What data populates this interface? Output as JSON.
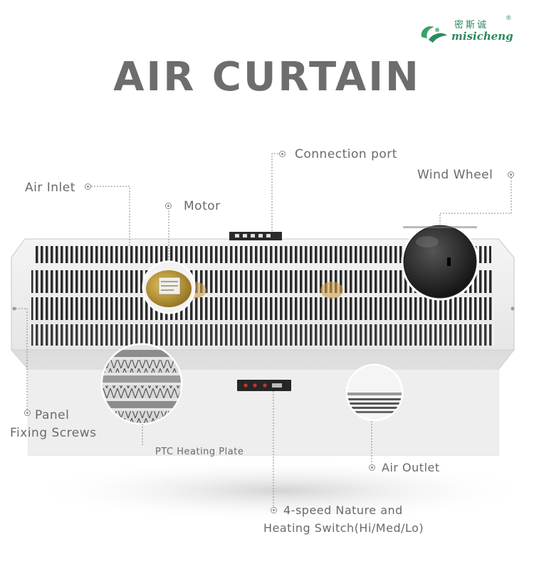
{
  "logo": {
    "brand": "misicheng",
    "han": "密斯诚",
    "registered": "®"
  },
  "title": "AIR CURTAIN",
  "labels": {
    "connection_port": "Connection port",
    "wind_wheel": "Wind Wheel",
    "air_inlet": "Air Inlet",
    "motor": "Motor",
    "panel_line1": "Panel",
    "panel_line2": "Fixing Screws",
    "ptc": "PTC Heating Plate",
    "air_outlet": "Air Outlet",
    "switch_line1": "4-speed Nature and",
    "switch_line2": "Heating Switch(Hi/Med/Lo)"
  },
  "colors": {
    "brand_green": "#2c8a5d",
    "text_gray": "#6a6a6a",
    "body_white": "#f2f2f2"
  }
}
